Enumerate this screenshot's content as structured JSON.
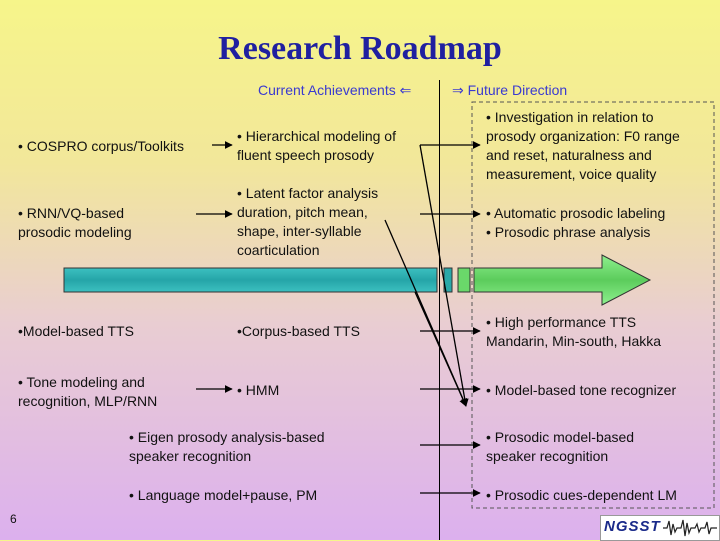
{
  "title": "Research Roadmap",
  "header": {
    "current": "Current Achievements ⇐",
    "future": "⇒ Future Direction"
  },
  "left": [
    "• COSPRO corpus/Toolkits",
    "• RNN/VQ-based\nprosodic modeling",
    "•Model-based TTS",
    "• Tone modeling and\nrecognition, MLP/RNN"
  ],
  "middle": [
    "• Hierarchical modeling of\nfluent speech prosody",
    "• Latent factor analysis\nduration, pitch mean,\nshape, inter-syllable\ncoarticulation",
    "•Corpus-based TTS",
    "• HMM",
    "• Eigen prosody analysis-based\nspeaker recognition",
    "• Language model+pause, PM"
  ],
  "right": [
    "• Investigation in relation to\nprosody organization: F0 range\nand reset, naturalness and\nmeasurement, voice quality",
    "• Automatic prosodic labeling\n• Prosodic phrase analysis",
    "• High performance TTS\nMandarin, Min-south, Hakka",
    "• Model-based tone recognizer",
    "• Prosodic model-based\nspeaker recognition",
    "• Prosodic cues-dependent LM"
  ],
  "page_number": "6",
  "logo_text": "NGSST",
  "colors": {
    "title": "#2020a0",
    "header": "#3a3ad0",
    "timeline_current": "#3cc0c0",
    "timeline_future": "#7ee87e"
  }
}
